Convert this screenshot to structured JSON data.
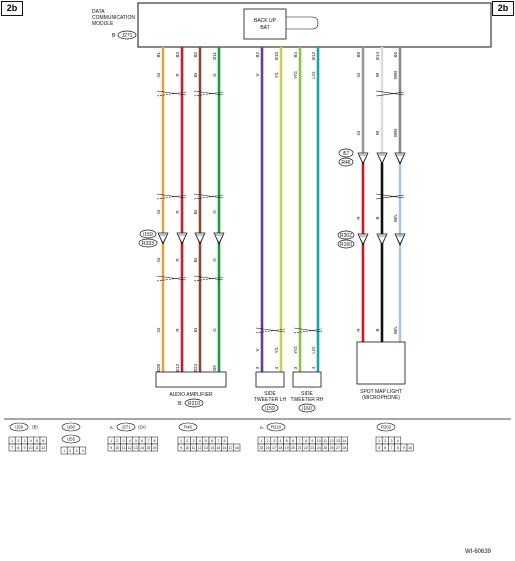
{
  "page_tag": "2b",
  "module": {
    "title_line1": "DATA",
    "title_line2": "COMMUNICATION",
    "title_line3": "MODULE",
    "connector_prefix": "B:",
    "connector": "J271"
  },
  "backup": {
    "line1": "BACK UP",
    "line2": "BAT"
  },
  "wire_groups": [
    {
      "pins_top": [
        "B1",
        "B3",
        "B5",
        "B11"
      ],
      "colors": [
        "Gr",
        "R",
        "Br",
        "G"
      ],
      "hex": [
        "#e3a443",
        "#c8202a",
        "#8b4a35",
        "#1f9a3f"
      ],
      "pins_bottom": [
        "B28",
        "B13",
        "B24",
        "B9"
      ]
    },
    {
      "pins_top": [
        "B2",
        "B10",
        "B4",
        "B12"
      ],
      "colors_top": [
        "V",
        "Y/L",
        "Y/G",
        "L/G"
      ],
      "hex": [
        "#6a3a9a",
        "#c8d247",
        "#8fc04a",
        "#1aa6a6"
      ],
      "colors_bottom": [
        "V",
        "Y/L",
        "Y/G",
        "L/G"
      ],
      "pins_bottom": [
        "3",
        "4",
        "3",
        "4"
      ]
    },
    {
      "pins_top": [
        "B8",
        "B14",
        "B6"
      ],
      "colors_top": [
        "Gr",
        "W",
        "W/B"
      ],
      "hex": [
        "#999999",
        "#dddddd",
        "#888888"
      ],
      "colors_bottom": [
        "R",
        "B",
        "W/L"
      ],
      "hex_bottom": [
        "#d0161e",
        "#111111",
        "#a9c8e8"
      ],
      "pins_bottom": [
        "2",
        "3",
        "1"
      ]
    }
  ],
  "connectors_mid": {
    "left": [
      "i159",
      "R333"
    ],
    "right_top": [
      "i57",
      "R46"
    ],
    "right_bottom": [
      "R302",
      "R160"
    ]
  },
  "components": {
    "audio_amp": {
      "name": "AUDIO AMPLIFIER",
      "prefix": "B:",
      "code": "R210"
    },
    "tweeter_lh": {
      "line1": "SIDE",
      "line2": "TWEETER LH",
      "code": "i159"
    },
    "tweeter_rh": {
      "line1": "SIDE",
      "line2": "TWEETER RH",
      "code": "i160"
    },
    "spot_map": {
      "line1": "SPOT MAP LIGHT",
      "line2": "(MICROPHONE)"
    }
  },
  "legend": [
    {
      "code": "i159",
      "suffix": "(B)",
      "rows": [
        [
          "1",
          "2",
          "3",
          "4",
          "5",
          "6"
        ],
        [
          "7",
          "8",
          "9",
          "10",
          "11",
          "12"
        ]
      ]
    },
    {
      "code": "i160",
      "extra": "i155",
      "rows": [
        [
          "1",
          "2",
          "3",
          "4"
        ]
      ]
    },
    {
      "code": "J271",
      "prefix": "B:",
      "suffix": "(Gr)",
      "rows": [
        [
          "1",
          "2",
          "3",
          "4",
          "5",
          "6",
          "7",
          "8"
        ],
        [
          "9",
          "10",
          "11",
          "12",
          "13",
          "14",
          "15",
          "16"
        ]
      ]
    },
    {
      "code": "R46",
      "rows": [
        [
          "1",
          "2",
          "3",
          "4",
          "5",
          "6",
          "7",
          "8"
        ],
        [
          "9",
          "10",
          "11",
          "12",
          "13",
          "14",
          "15",
          "16",
          "17",
          "18"
        ]
      ]
    },
    {
      "code": "R210",
      "prefix": "B:",
      "rows": [
        [
          "1",
          "2",
          "3",
          "4",
          "5",
          "6",
          "7",
          "8",
          "9",
          "10",
          "11",
          "12",
          "13",
          "14"
        ],
        [
          "15",
          "16",
          "17",
          "18",
          "19",
          "20",
          "21",
          "22",
          "23",
          "24",
          "25",
          "26",
          "27",
          "28"
        ]
      ]
    },
    {
      "code": "R302",
      "rows": [
        [
          "1",
          "2",
          "3",
          "4"
        ],
        [
          "5",
          "6",
          "7",
          "8",
          "9",
          "10"
        ]
      ]
    }
  ],
  "figure_id": "WI-60639"
}
